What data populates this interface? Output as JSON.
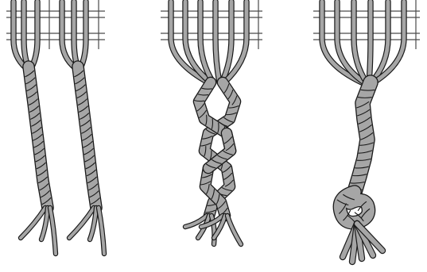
{
  "figure": {
    "panels": [
      {
        "id": "two-twisted-ropes",
        "ropes": 2
      },
      {
        "id": "two-ropes-plied",
        "ropes": 2
      },
      {
        "id": "single-knotted-rope",
        "ropes": 1
      }
    ],
    "colors": {
      "fiber_fill": "#a6a6a6",
      "fiber_outline": "#1a1a1a",
      "grid_line": "#4a4a4a",
      "background": "#ffffff"
    }
  }
}
